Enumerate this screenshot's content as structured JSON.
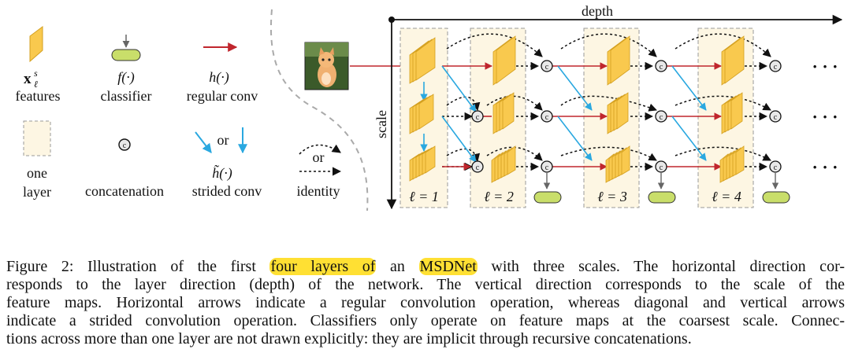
{
  "legend": {
    "features_symbol": "x",
    "features_sub": "ℓ",
    "features_sup": "s",
    "features_label": "features",
    "classifier_symbol": "f(·)",
    "classifier_label": "classifier",
    "regular_conv_symbol": "h(·)",
    "regular_conv_label": "regular conv",
    "layer_label_1": "one",
    "layer_label_2": "layer",
    "concat_glyph": "c",
    "concat_label": "concatenation",
    "strided_or": "or",
    "strided_symbol": "h̃(·)",
    "strided_label": "strided conv",
    "identity_or": "or",
    "identity_label": "identity"
  },
  "diagram": {
    "depth_label": "depth",
    "scale_label": "scale",
    "layer_labels": [
      "ℓ = 1",
      "ℓ = 2",
      "ℓ = 3",
      "ℓ = 4"
    ],
    "ellipsis": "· · ·",
    "colors": {
      "feature_fill": "#f9c94e",
      "feature_stroke": "#d4a020",
      "classifier_fill": "#c9de6a",
      "regular_conv": "#c0262d",
      "strided_conv": "#2aa8e0",
      "layer_box": "#fdf6e3"
    }
  },
  "caption": {
    "lines": [
      [
        {
          "t": "Figure 2: Illustration of the first "
        },
        {
          "t": "four layers of",
          "hl": true
        },
        {
          "t": " an "
        },
        {
          "t": "MSDNet",
          "hl": true
        },
        {
          "t": " with three scales. The horizontal direction cor-"
        }
      ],
      [
        {
          "t": "responds to the layer direction (depth) of the network. The vertical direction corresponds to the scale of the"
        }
      ],
      [
        {
          "t": "feature maps. Horizontal arrows indicate a regular convolution operation, whereas diagonal and vertical arrows"
        }
      ],
      [
        {
          "t": "indicate a strided convolution operation. Classifiers only operate on feature maps at the coarsest scale. Connec-"
        }
      ],
      [
        {
          "t": "tions across more than one layer are not drawn explicitly: they are implicit through recursive concatenations."
        }
      ]
    ]
  }
}
